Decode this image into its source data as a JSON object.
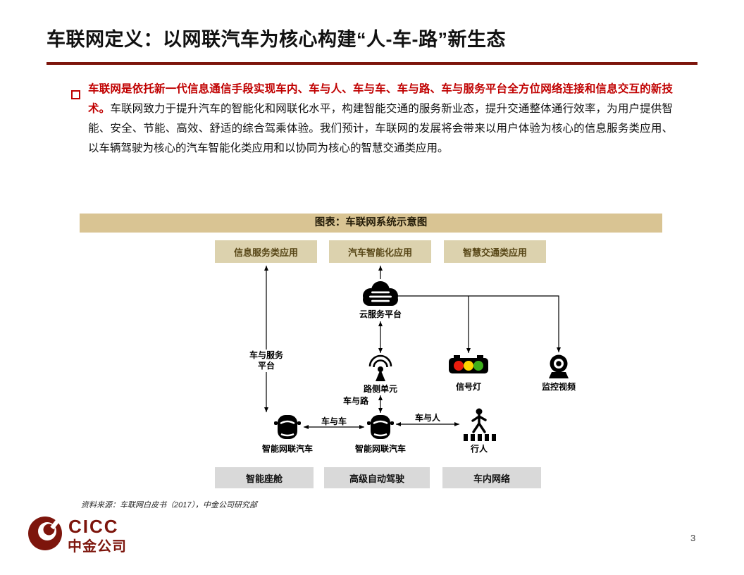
{
  "colors": {
    "accent_maroon": "#7D150C",
    "lead_red": "#C00000",
    "figure_header_bg": "#D9C493",
    "top_box_bg": "#DCD2AE",
    "bottom_box_bg": "#D9D9D9"
  },
  "header": {
    "title": "车联网定义：以网联汽车为核心构建“人-车-路”新生态"
  },
  "body": {
    "lead": "车联网是依托新一代信息通信手段实现车内、车与人、车与车、车与路、车与服务平台全方位网络连接和信息交互的新技术。",
    "rest": "车联网致力于提升汽车的智能化和网联化水平，构建智能交通的服务新业态，提升交通整体通行效率，为用户提供智能、安全、节能、高效、舒适的综合驾乘体验。我们预计，车联网的发展将会带来以用户体验为核心的信息服务类应用、以车辆驾驶为核心的汽车智能化类应用和以协同为核心的智慧交通类应用。"
  },
  "figure": {
    "header": "图表：车联网系统示意图",
    "top_boxes": [
      "信息服务类应用",
      "汽车智能化应用",
      "智慧交通类应用"
    ],
    "nodes": {
      "cloud": "云服务平台",
      "roadside_unit": "路侧单元",
      "traffic_light": "信号灯",
      "camera": "监控视频",
      "car_left": "智能网联汽车",
      "car_right": "智能网联汽车",
      "pedestrian": "行人"
    },
    "edges": {
      "vehicle_to_service_line1": "车与服务",
      "vehicle_to_service_line2": "平台",
      "vehicle_to_road": "车与路",
      "vehicle_to_vehicle": "车与车",
      "vehicle_to_person": "车与人"
    },
    "bottom_boxes": [
      "智能座舱",
      "高级自动驾驶",
      "车内网络"
    ]
  },
  "source": "资料来源：车联网白皮书（2017），中金公司研究部",
  "footer": {
    "logo_acronym": "CICC",
    "logo_name": "中金公司",
    "page_number": "3"
  }
}
